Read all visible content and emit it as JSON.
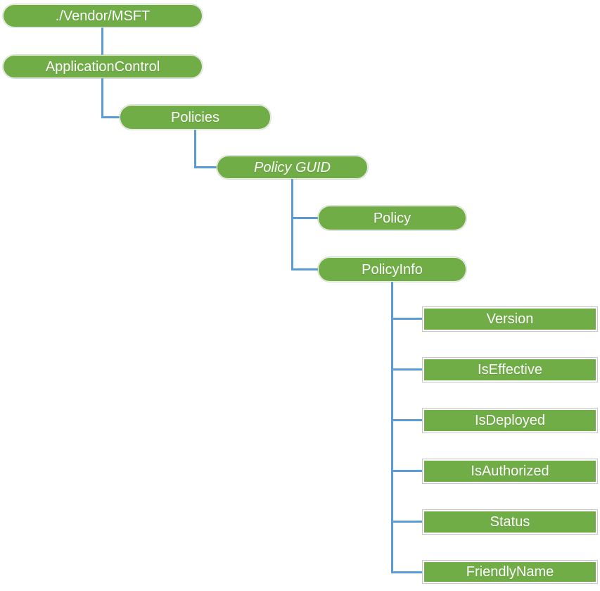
{
  "diagram_type": "csp-tree",
  "colors": {
    "node_fill_green": "#70AD47",
    "connector_blue": "#5B9BD5",
    "node_text": "#FFFFFF",
    "leaf_border_gray": "#C9C9C9"
  },
  "nodes": [
    {
      "id": "vendor-msft",
      "label": "./Vendor/MSFT",
      "shape": "pill",
      "italic": false,
      "parent": null
    },
    {
      "id": "application-control",
      "label": "ApplicationControl",
      "shape": "pill",
      "italic": false,
      "parent": "./Vendor/MSFT"
    },
    {
      "id": "policies",
      "label": "Policies",
      "shape": "pill",
      "italic": false,
      "parent": "ApplicationControl"
    },
    {
      "id": "policy-guid",
      "label": "Policy GUID",
      "shape": "pill",
      "italic": true,
      "parent": "Policies"
    },
    {
      "id": "policy",
      "label": "Policy",
      "shape": "pill",
      "italic": false,
      "parent": "Policy GUID"
    },
    {
      "id": "policy-info",
      "label": "PolicyInfo",
      "shape": "pill",
      "italic": false,
      "parent": "Policy GUID"
    },
    {
      "id": "version",
      "label": "Version",
      "shape": "rect",
      "italic": false,
      "parent": "PolicyInfo"
    },
    {
      "id": "is-effective",
      "label": "IsEffective",
      "shape": "rect",
      "italic": false,
      "parent": "PolicyInfo"
    },
    {
      "id": "is-deployed",
      "label": "IsDeployed",
      "shape": "rect",
      "italic": false,
      "parent": "PolicyInfo"
    },
    {
      "id": "is-authorized",
      "label": "IsAuthorized",
      "shape": "rect",
      "italic": false,
      "parent": "PolicyInfo"
    },
    {
      "id": "status",
      "label": "Status",
      "shape": "rect",
      "italic": false,
      "parent": "PolicyInfo"
    },
    {
      "id": "friendly-name",
      "label": "FriendlyName",
      "shape": "rect",
      "italic": false,
      "parent": "PolicyInfo"
    }
  ]
}
